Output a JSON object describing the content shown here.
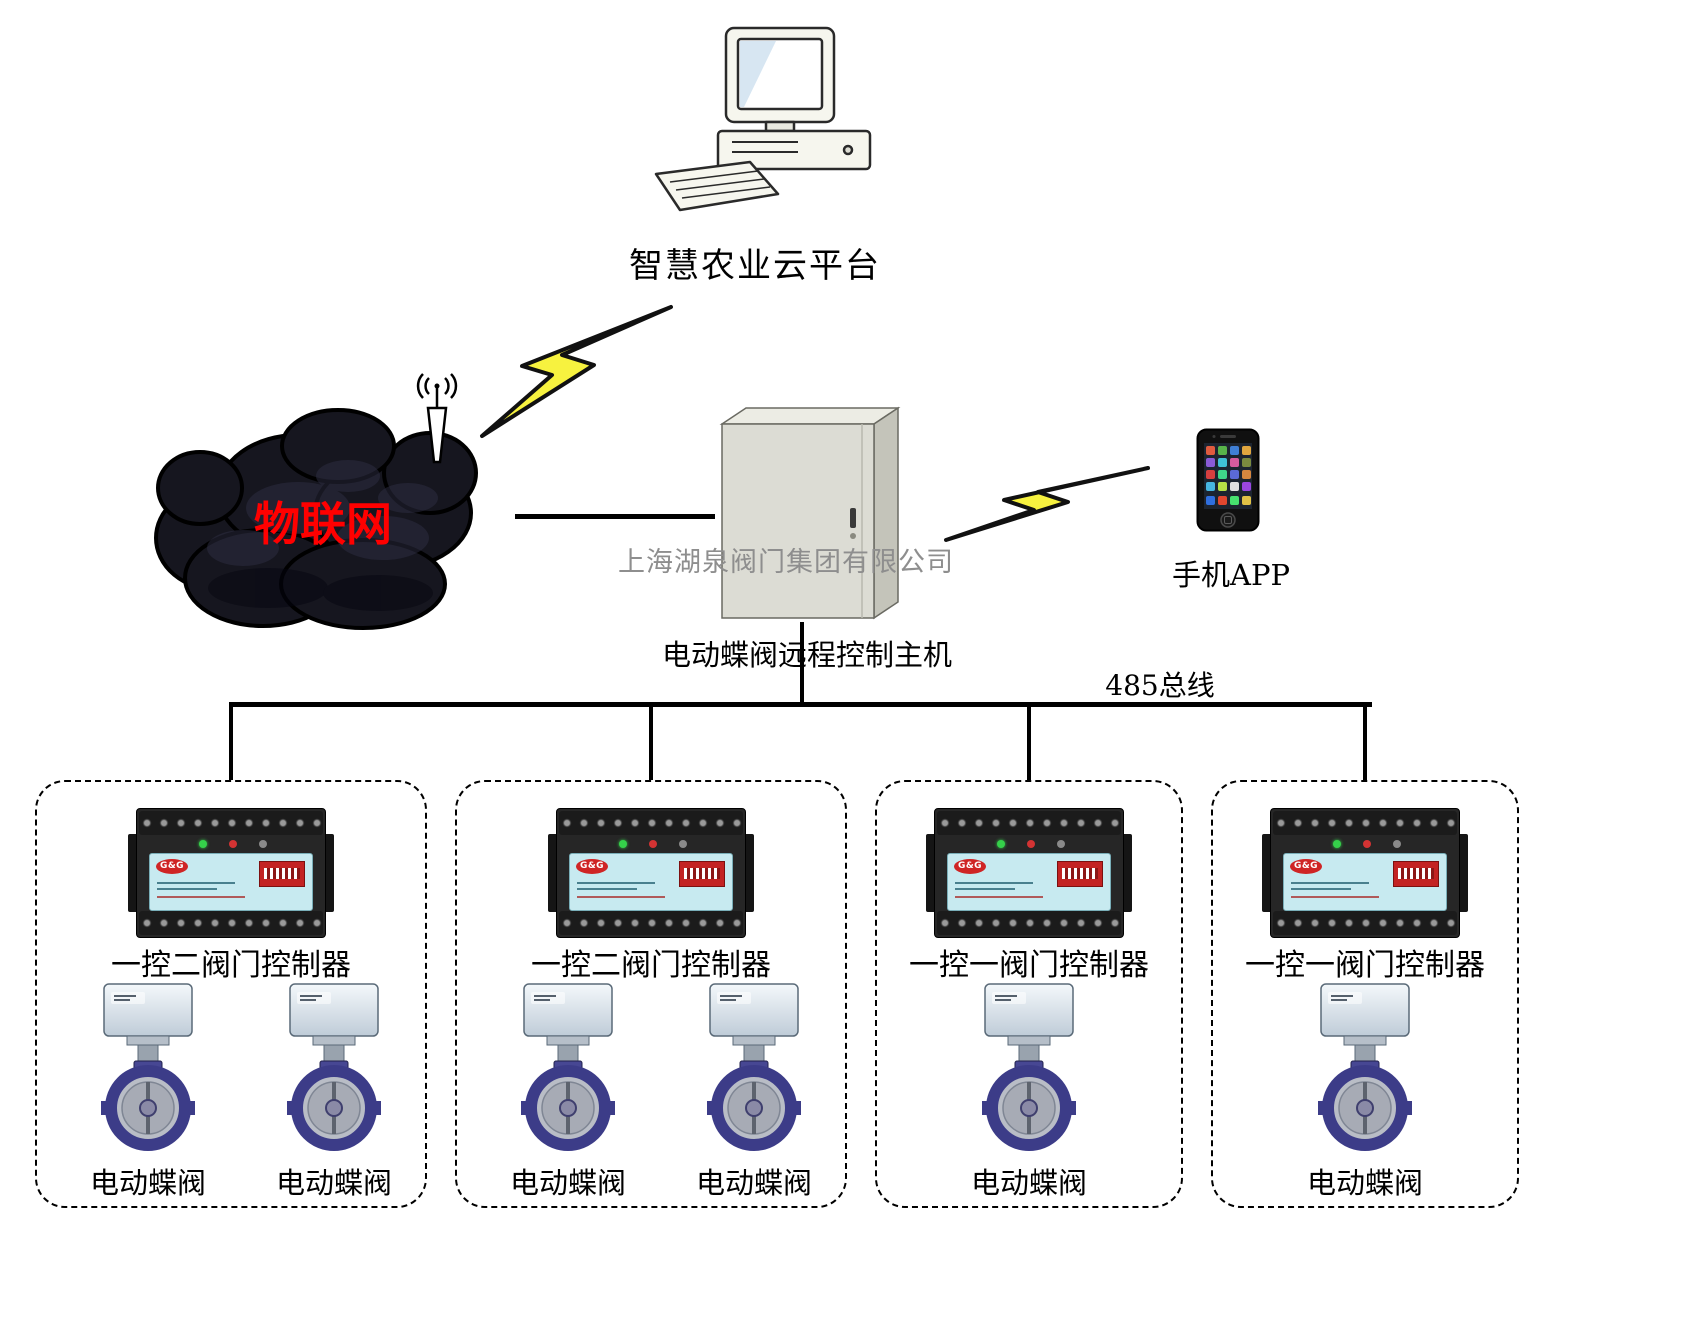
{
  "header": {
    "cloud_platform_label": "智慧农业云平台"
  },
  "iot": {
    "label": "物联网"
  },
  "host": {
    "watermark": "上海湖泉阀门集团有限公司",
    "label": "电动蝶阀远程控制主机"
  },
  "phone": {
    "label": "手机APP"
  },
  "bus": {
    "label": "485总线"
  },
  "device": {
    "logo": "G&G"
  },
  "groups": [
    {
      "controller_label": "一控二阀门控制器",
      "valve_labels": [
        "电动蝶阀",
        "电动蝶阀"
      ]
    },
    {
      "controller_label": "一控二阀门控制器",
      "valve_labels": [
        "电动蝶阀",
        "电动蝶阀"
      ]
    },
    {
      "controller_label": "一控一阀门控制器",
      "valve_labels": [
        "电动蝶阀"
      ]
    },
    {
      "controller_label": "一控一阀门控制器",
      "valve_labels": [
        "电动蝶阀"
      ]
    }
  ],
  "colors": {
    "lightning": "#f7f23f",
    "cloud": "#16161f",
    "iot_text": "#ff0000",
    "cabinet": "#dcdcd4",
    "controller_panel": "#c7eaf0",
    "dip_switch": "#c32323",
    "valve_ring": "#3c3c88"
  }
}
